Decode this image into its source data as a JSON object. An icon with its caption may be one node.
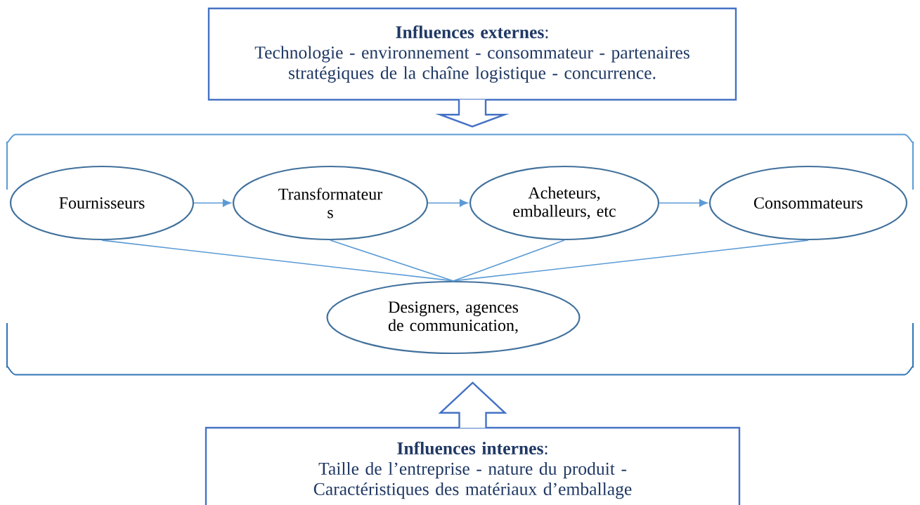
{
  "diagram": {
    "nodes": [
      {
        "text": [
          "**Influences externes**:",
          "Technologie - environnement - consommateur - partenaires stratégiques de la chaîne logistique - concurrence."
        ]
      },
      {
        "text": [],
        "shape": "bracket"
      },
      {
        "text": [
          "Fournisseurs"
        ],
        "in": 1
      },
      {
        "text": [
          "Transformateur s"
        ],
        "in": 1
      },
      {
        "text": [
          "Acheteurs, emballeurs, etc"
        ],
        "in": 1
      },
      {
        "text": [
          "Consommateurs"
        ],
        "in": 1
      },
      {
        "text": [
          "Designers, agences de communication,"
        ],
        "in": 1
      },
      {
        "text": [
          "**Influences internes**:",
          "Taille de l’entreprise - nature du produit - Caractéristiques des matériaux d’emballage"
        ]
      }
    ],
    "edges": [
      {
        "from": 0,
        "to": 1,
        "arrow": "to"
      },
      {
        "from": 2,
        "to": 3,
        "arrow": "to"
      },
      {
        "from": 3,
        "to": 4,
        "arrow": "to"
      },
      {
        "from": 4,
        "to": 5,
        "arrow": "to"
      },
      {
        "from": 2,
        "to": 6,
        "arrow": "none"
      },
      {
        "from": 3,
        "to": 6,
        "arrow": "none"
      },
      {
        "from": 4,
        "to": 6,
        "arrow": "none"
      },
      {
        "from": 5,
        "to": 6,
        "arrow": "none"
      },
      {
        "from": 7,
        "to": 1,
        "arrow": "to"
      }
    ]
  }
}
